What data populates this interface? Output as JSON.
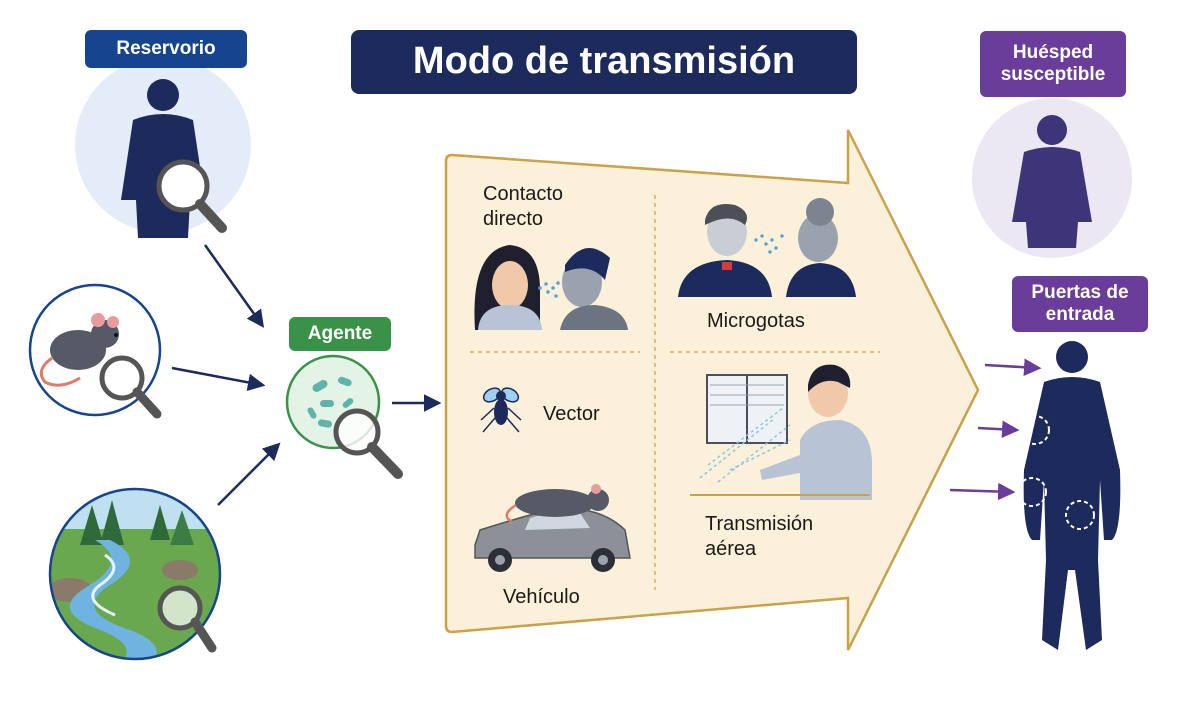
{
  "title": "Modo de transmisión",
  "labels": {
    "reservoir": "Reservorio",
    "agent": "Agente",
    "host_line1": "Huésped",
    "host_line2": "susceptible",
    "entry_line1": "Puertas de",
    "entry_line2": "entrada"
  },
  "modes": {
    "direct_line1": "Contacto",
    "direct_line2": "directo",
    "droplets": "Microgotas",
    "vector": "Vector",
    "vehicle": "Vehículo",
    "airborne_line1": "Transmisión",
    "airborne_line2": "aérea"
  },
  "colors": {
    "navy": "#1c2a5c",
    "label_blue": "#17448e",
    "agent_green": "#3a9148",
    "host_purple": "#6a3d9a",
    "arrow_fill": "#fbf0d9",
    "arrow_stroke": "#c9a24a"
  }
}
